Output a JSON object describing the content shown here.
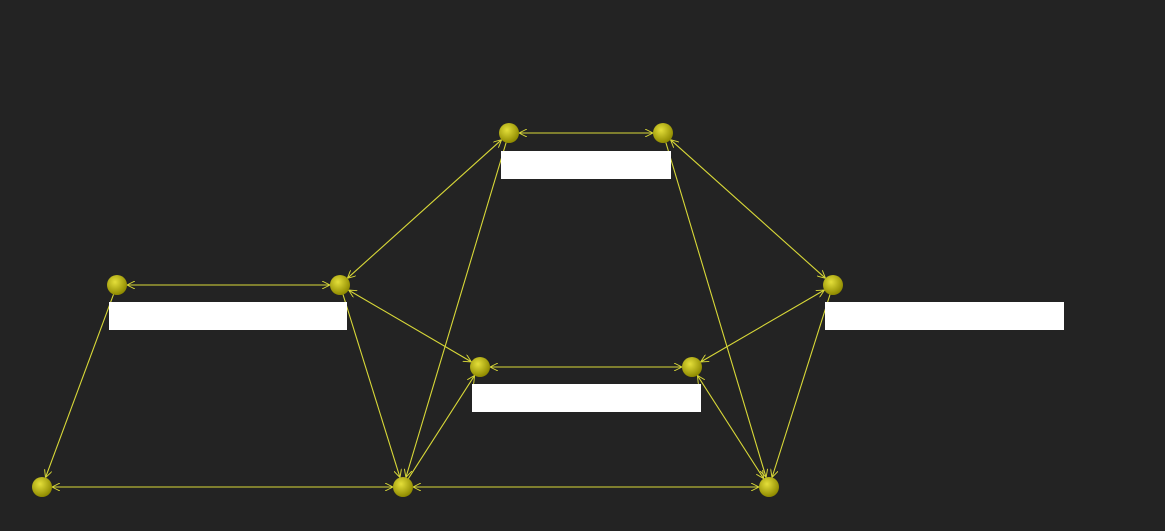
{
  "diagram": {
    "colors": {
      "background": "#232323",
      "edge": "#d8d838",
      "node_fill": "#b5b000",
      "node_highlight": "#e4df3a",
      "label_box": "#ffffff"
    },
    "nodes": [
      {
        "id": "n1"
      },
      {
        "id": "n2"
      },
      {
        "id": "n3"
      },
      {
        "id": "n4"
      },
      {
        "id": "n5"
      },
      {
        "id": "n6"
      },
      {
        "id": "n7"
      },
      {
        "id": "n8"
      },
      {
        "id": "n9"
      },
      {
        "id": "n10"
      },
      {
        "id": "n11"
      }
    ],
    "edges": [
      {
        "from": "n1",
        "to": "n2",
        "arrow": "both"
      },
      {
        "from": "n3",
        "to": "n4",
        "arrow": "both"
      },
      {
        "from": "n5",
        "to": "n6",
        "arrow": "both"
      },
      {
        "from": "n8",
        "to": "n9",
        "arrow": "both"
      },
      {
        "from": "n9",
        "to": "n10",
        "arrow": "both"
      },
      {
        "from": "n4",
        "to": "n1",
        "arrow": "both"
      },
      {
        "from": "n2",
        "to": "n7",
        "arrow": "both"
      },
      {
        "from": "n4",
        "to": "n5",
        "arrow": "both"
      },
      {
        "from": "n7",
        "to": "n6",
        "arrow": "both"
      },
      {
        "from": "n3",
        "to": "n8",
        "arrow": "end"
      },
      {
        "from": "n4",
        "to": "n9",
        "arrow": "end"
      },
      {
        "from": "n1",
        "to": "n9",
        "arrow": "end"
      },
      {
        "from": "n9",
        "to": "n5",
        "arrow": "end"
      },
      {
        "from": "n2",
        "to": "n10",
        "arrow": "end"
      },
      {
        "from": "n6",
        "to": "n10",
        "arrow": "both"
      },
      {
        "from": "n7",
        "to": "n10",
        "arrow": "end"
      }
    ],
    "labels": {
      "top": "",
      "left": "",
      "middle": "",
      "right": ""
    }
  }
}
